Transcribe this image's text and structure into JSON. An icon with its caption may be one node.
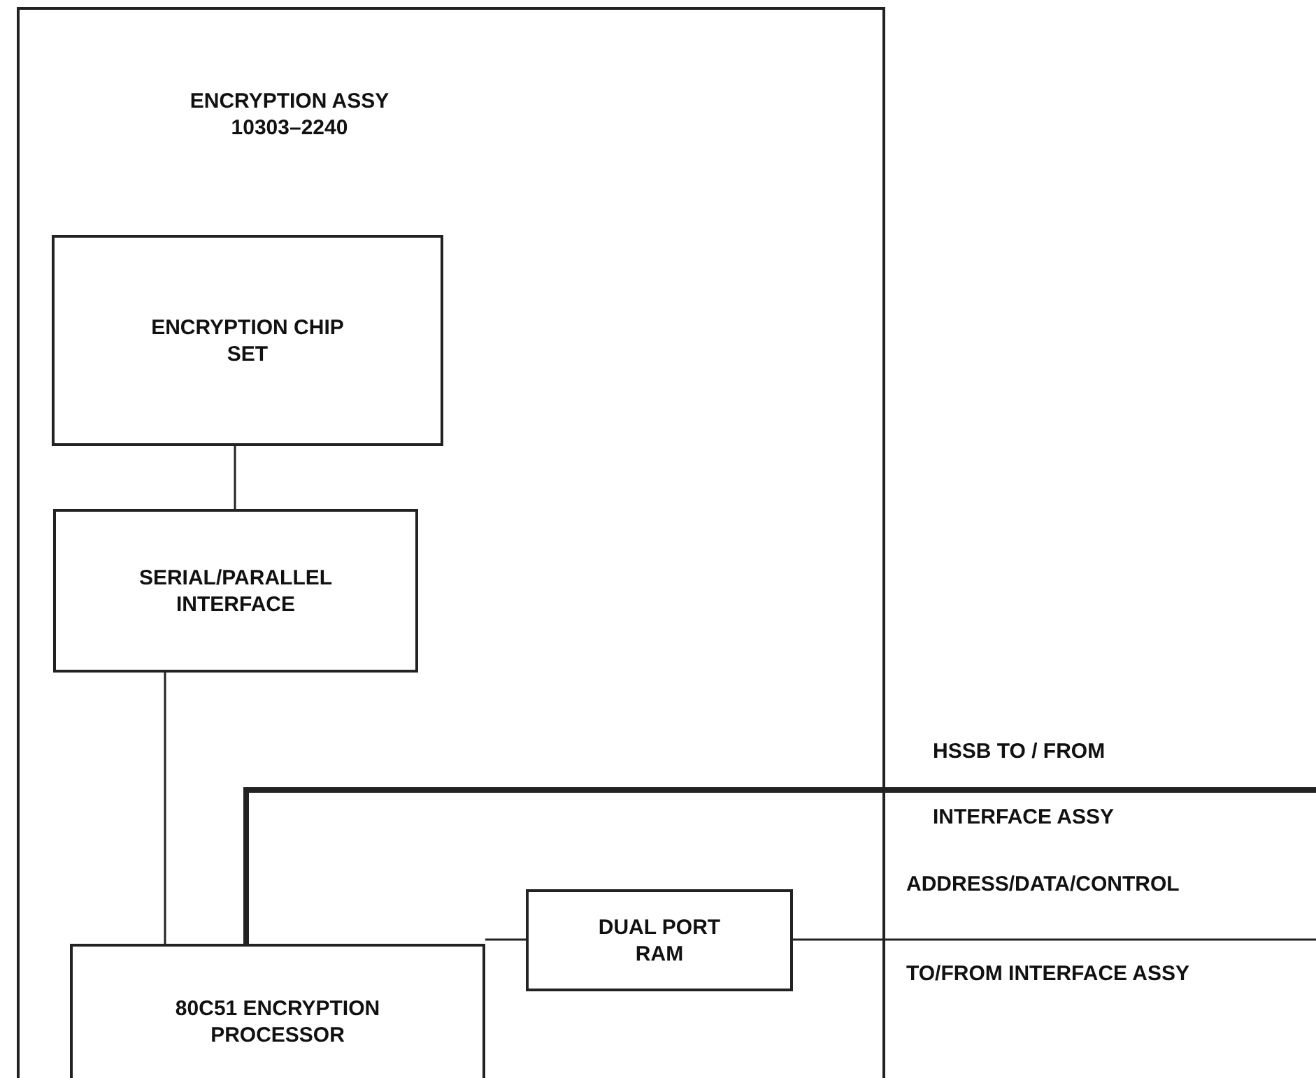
{
  "diagram": {
    "nodes": [
      {
        "text": [
          "ENCRYPTION ASSY",
          "10303–2240"
        ]
      },
      {
        "text": [
          "ENCRYPTION CHIP SET"
        ],
        "in": 0
      },
      {
        "text": [
          "SERIAL/PARALLEL INTERFACE"
        ],
        "in": 0
      },
      {
        "text": [
          "80C51 ENCRYPTION PROCESSOR"
        ],
        "in": 0
      },
      {
        "text": [
          "DUAL PORT RAM"
        ],
        "in": 0
      }
    ],
    "edges": [
      {
        "from": 1,
        "to": 2,
        "arrow": "none"
      },
      {
        "from": 2,
        "to": 3,
        "arrow": "none"
      },
      {
        "from": 3,
        "to": 4,
        "arrow": "none"
      },
      {
        "from": 3,
        "to": null,
        "arrow": "none",
        "style": "thick"
      },
      {
        "from": 4,
        "to": null,
        "arrow": "none"
      }
    ],
    "labels": [
      "HSSB TO / FROM",
      "INTERFACE ASSY",
      "ADDRESS/DATA/CONTROL",
      "TO/FROM INTERFACE ASSY"
    ]
  }
}
